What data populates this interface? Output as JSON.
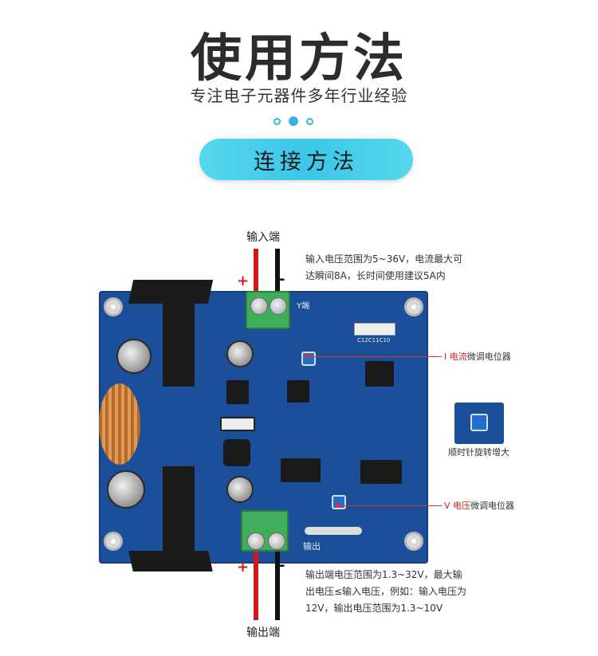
{
  "header": {
    "title": "使用方法",
    "subtitle": "专注电子元器件多年行业经验",
    "pill_label": "连接方法"
  },
  "input": {
    "label": "输入端",
    "plus": "+",
    "minus": "-",
    "note_line1": "输入电压范围为5~36V，电流最大可",
    "note_line2": "达瞬间8A，长时间使用建议5A内"
  },
  "output": {
    "label": "输出端",
    "plus": "+",
    "minus": "-",
    "note_line1": "输出端电压范围为1.3~32V，最大输",
    "note_line2": "出电压≤输入电压，例如：输入电压为",
    "note_line3": "12V，输出电压范围为1.3~10V"
  },
  "annotations": {
    "current_pot_prefix": "I ",
    "current_pot_red": "电流",
    "current_pot_suffix": "微调电位器",
    "clockwise_note": "顺时针旋转增大",
    "voltage_pot_prefix": "V ",
    "voltage_pot_red": "电压",
    "voltage_pot_suffix": "微调电位器"
  },
  "board_silk": {
    "input_side_mark": "Y端",
    "output_side_mark": "输出",
    "cap_labels": "C12C11C10"
  },
  "colors": {
    "accent": "#3cc6e8",
    "board_blue": "#1b4f9a",
    "wire_red": "#d01818",
    "annotation_red": "#d82020"
  }
}
